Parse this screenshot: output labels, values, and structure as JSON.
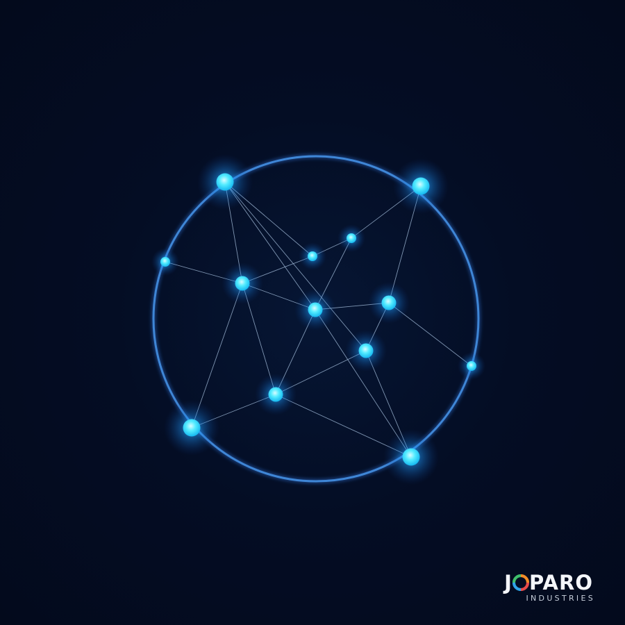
{
  "colors": {
    "background": "#040b1e",
    "ring": "#3f86d6",
    "node_core": "#3fe6ff",
    "node_glow": "#1f8fff",
    "edge": "#a9c3e0"
  },
  "graph": {
    "nodes": [
      {
        "id": "n1",
        "size": "large"
      },
      {
        "id": "n2",
        "size": "large"
      },
      {
        "id": "n3",
        "size": "small"
      },
      {
        "id": "n4",
        "size": "small"
      },
      {
        "id": "n5",
        "size": "small"
      },
      {
        "id": "n6",
        "size": "medium"
      },
      {
        "id": "n7",
        "size": "medium"
      },
      {
        "id": "n8",
        "size": "medium"
      },
      {
        "id": "n9",
        "size": "medium"
      },
      {
        "id": "n10",
        "size": "small"
      },
      {
        "id": "n11",
        "size": "medium"
      },
      {
        "id": "n12",
        "size": "large"
      },
      {
        "id": "n13",
        "size": "large"
      }
    ],
    "edges": [
      [
        "n1",
        "n6"
      ],
      [
        "n1",
        "n7"
      ],
      [
        "n1",
        "n4"
      ],
      [
        "n1",
        "n9"
      ],
      [
        "n2",
        "n5"
      ],
      [
        "n2",
        "n8"
      ],
      [
        "n3",
        "n6"
      ],
      [
        "n6",
        "n4"
      ],
      [
        "n6",
        "n7"
      ],
      [
        "n6",
        "n12"
      ],
      [
        "n6",
        "n11"
      ],
      [
        "n4",
        "n5"
      ],
      [
        "n5",
        "n7"
      ],
      [
        "n7",
        "n8"
      ],
      [
        "n7",
        "n11"
      ],
      [
        "n7",
        "n13"
      ],
      [
        "n8",
        "n9"
      ],
      [
        "n8",
        "n10"
      ],
      [
        "n9",
        "n11"
      ],
      [
        "n9",
        "n13"
      ],
      [
        "n11",
        "n12"
      ],
      [
        "n11",
        "n13"
      ]
    ]
  },
  "logo": {
    "letters": [
      "J",
      "O",
      "P",
      "A",
      "R",
      "O"
    ],
    "o_colors": [
      "#f28c28",
      "#e64a4a",
      "#2fa4e7",
      "#3fbf6b"
    ],
    "subtitle": "INDUSTRIES"
  }
}
